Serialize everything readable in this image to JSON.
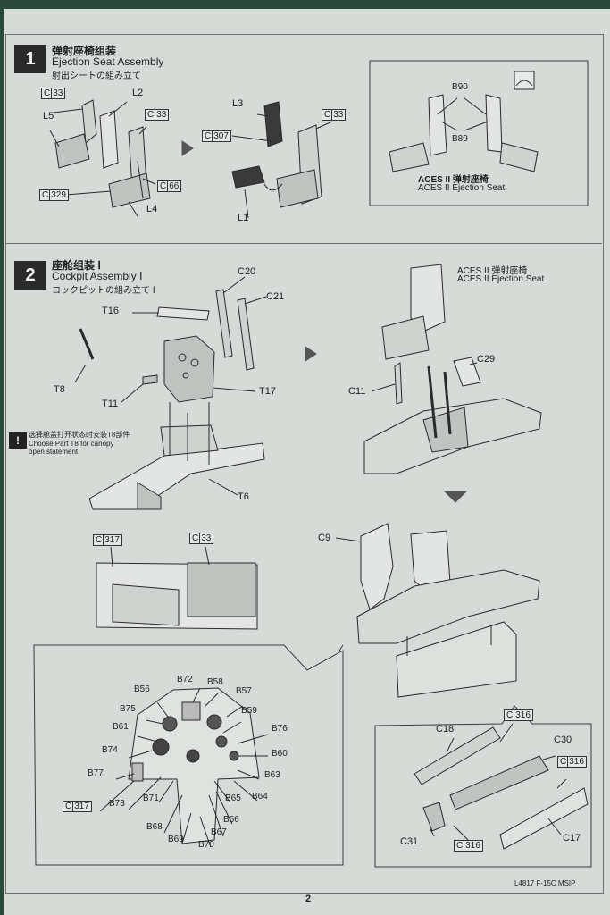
{
  "steps": [
    {
      "number": "1",
      "title_zh": "弹射座椅组装",
      "title_en": "Ejection Seat Assembly",
      "title_jp": "射出シートの組み立て"
    },
    {
      "number": "2",
      "title_zh": "座舱组装 Ⅰ",
      "title_en": "Cockpit Assembly Ⅰ",
      "title_jp": "コックピットの組み立て Ⅰ"
    }
  ],
  "step1": {
    "labels": [
      "L2",
      "L5",
      "L4",
      "L3",
      "L1"
    ],
    "boxed": [
      {
        "prefix": "C",
        "num": "33"
      },
      {
        "prefix": "C",
        "num": "33"
      },
      {
        "prefix": "C",
        "num": "66"
      },
      {
        "prefix": "C",
        "num": "329"
      },
      {
        "prefix": "C",
        "num": "307"
      },
      {
        "prefix": "C",
        "num": "33"
      }
    ],
    "inset": {
      "b90": "B90",
      "b89": "B89",
      "caption_zh": "ACES II 弹射座椅",
      "caption_en": "ACES II Ejection Seat"
    }
  },
  "step2": {
    "labels": [
      "C20",
      "C21",
      "T16",
      "T8",
      "T11",
      "T17",
      "T6",
      "C29",
      "C11",
      "C9",
      "B72",
      "B58",
      "B56",
      "B57",
      "B75",
      "B59",
      "B61",
      "B76",
      "B74",
      "B60",
      "B77",
      "B63",
      "B64",
      "B73",
      "B71",
      "B65",
      "B68",
      "B66",
      "B67",
      "B69",
      "B70",
      "C18",
      "C30",
      "C31",
      "C17"
    ],
    "seat_caption_zh": "ACES II 弹射座椅",
    "seat_caption_en": "ACES II Ejection Seat",
    "note_zh": "选择舱盖打开状态时安装T8部件",
    "note_en1": "Choose Part T8 for canopy",
    "note_en2": "open statement",
    "boxed": [
      {
        "prefix": "C",
        "num": "317"
      },
      {
        "prefix": "C",
        "num": "33"
      },
      {
        "prefix": "C",
        "num": "317"
      },
      {
        "prefix": "C",
        "num": "316"
      },
      {
        "prefix": "C",
        "num": "316"
      },
      {
        "prefix": "C",
        "num": "316"
      }
    ]
  },
  "footer": {
    "code": "L4817 F-15C MSIP",
    "page": "2"
  }
}
